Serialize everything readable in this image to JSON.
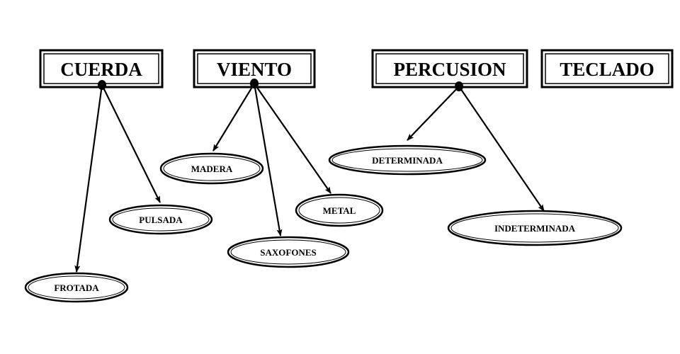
{
  "colors": {
    "ink": "#000000",
    "background": "#ffffff"
  },
  "categories": [
    {
      "id": "cuerda",
      "label": "CUERDA"
    },
    {
      "id": "viento",
      "label": "VIENTO"
    },
    {
      "id": "percusion",
      "label": "PERCUSION"
    },
    {
      "id": "teclado",
      "label": "TECLADO"
    }
  ],
  "subcategories": [
    {
      "id": "frotada",
      "label": "FROTADA",
      "parent": "cuerda"
    },
    {
      "id": "pulsada",
      "label": "PULSADA",
      "parent": "cuerda"
    },
    {
      "id": "madera",
      "label": "MADERA",
      "parent": "viento"
    },
    {
      "id": "saxofones",
      "label": "SAXOFONES",
      "parent": "viento"
    },
    {
      "id": "metal",
      "label": "METAL",
      "parent": "viento"
    },
    {
      "id": "determinada",
      "label": "DETERMINADA",
      "parent": "percusion"
    },
    {
      "id": "indeterminada",
      "label": "INDETERMINADA",
      "parent": "percusion"
    }
  ]
}
